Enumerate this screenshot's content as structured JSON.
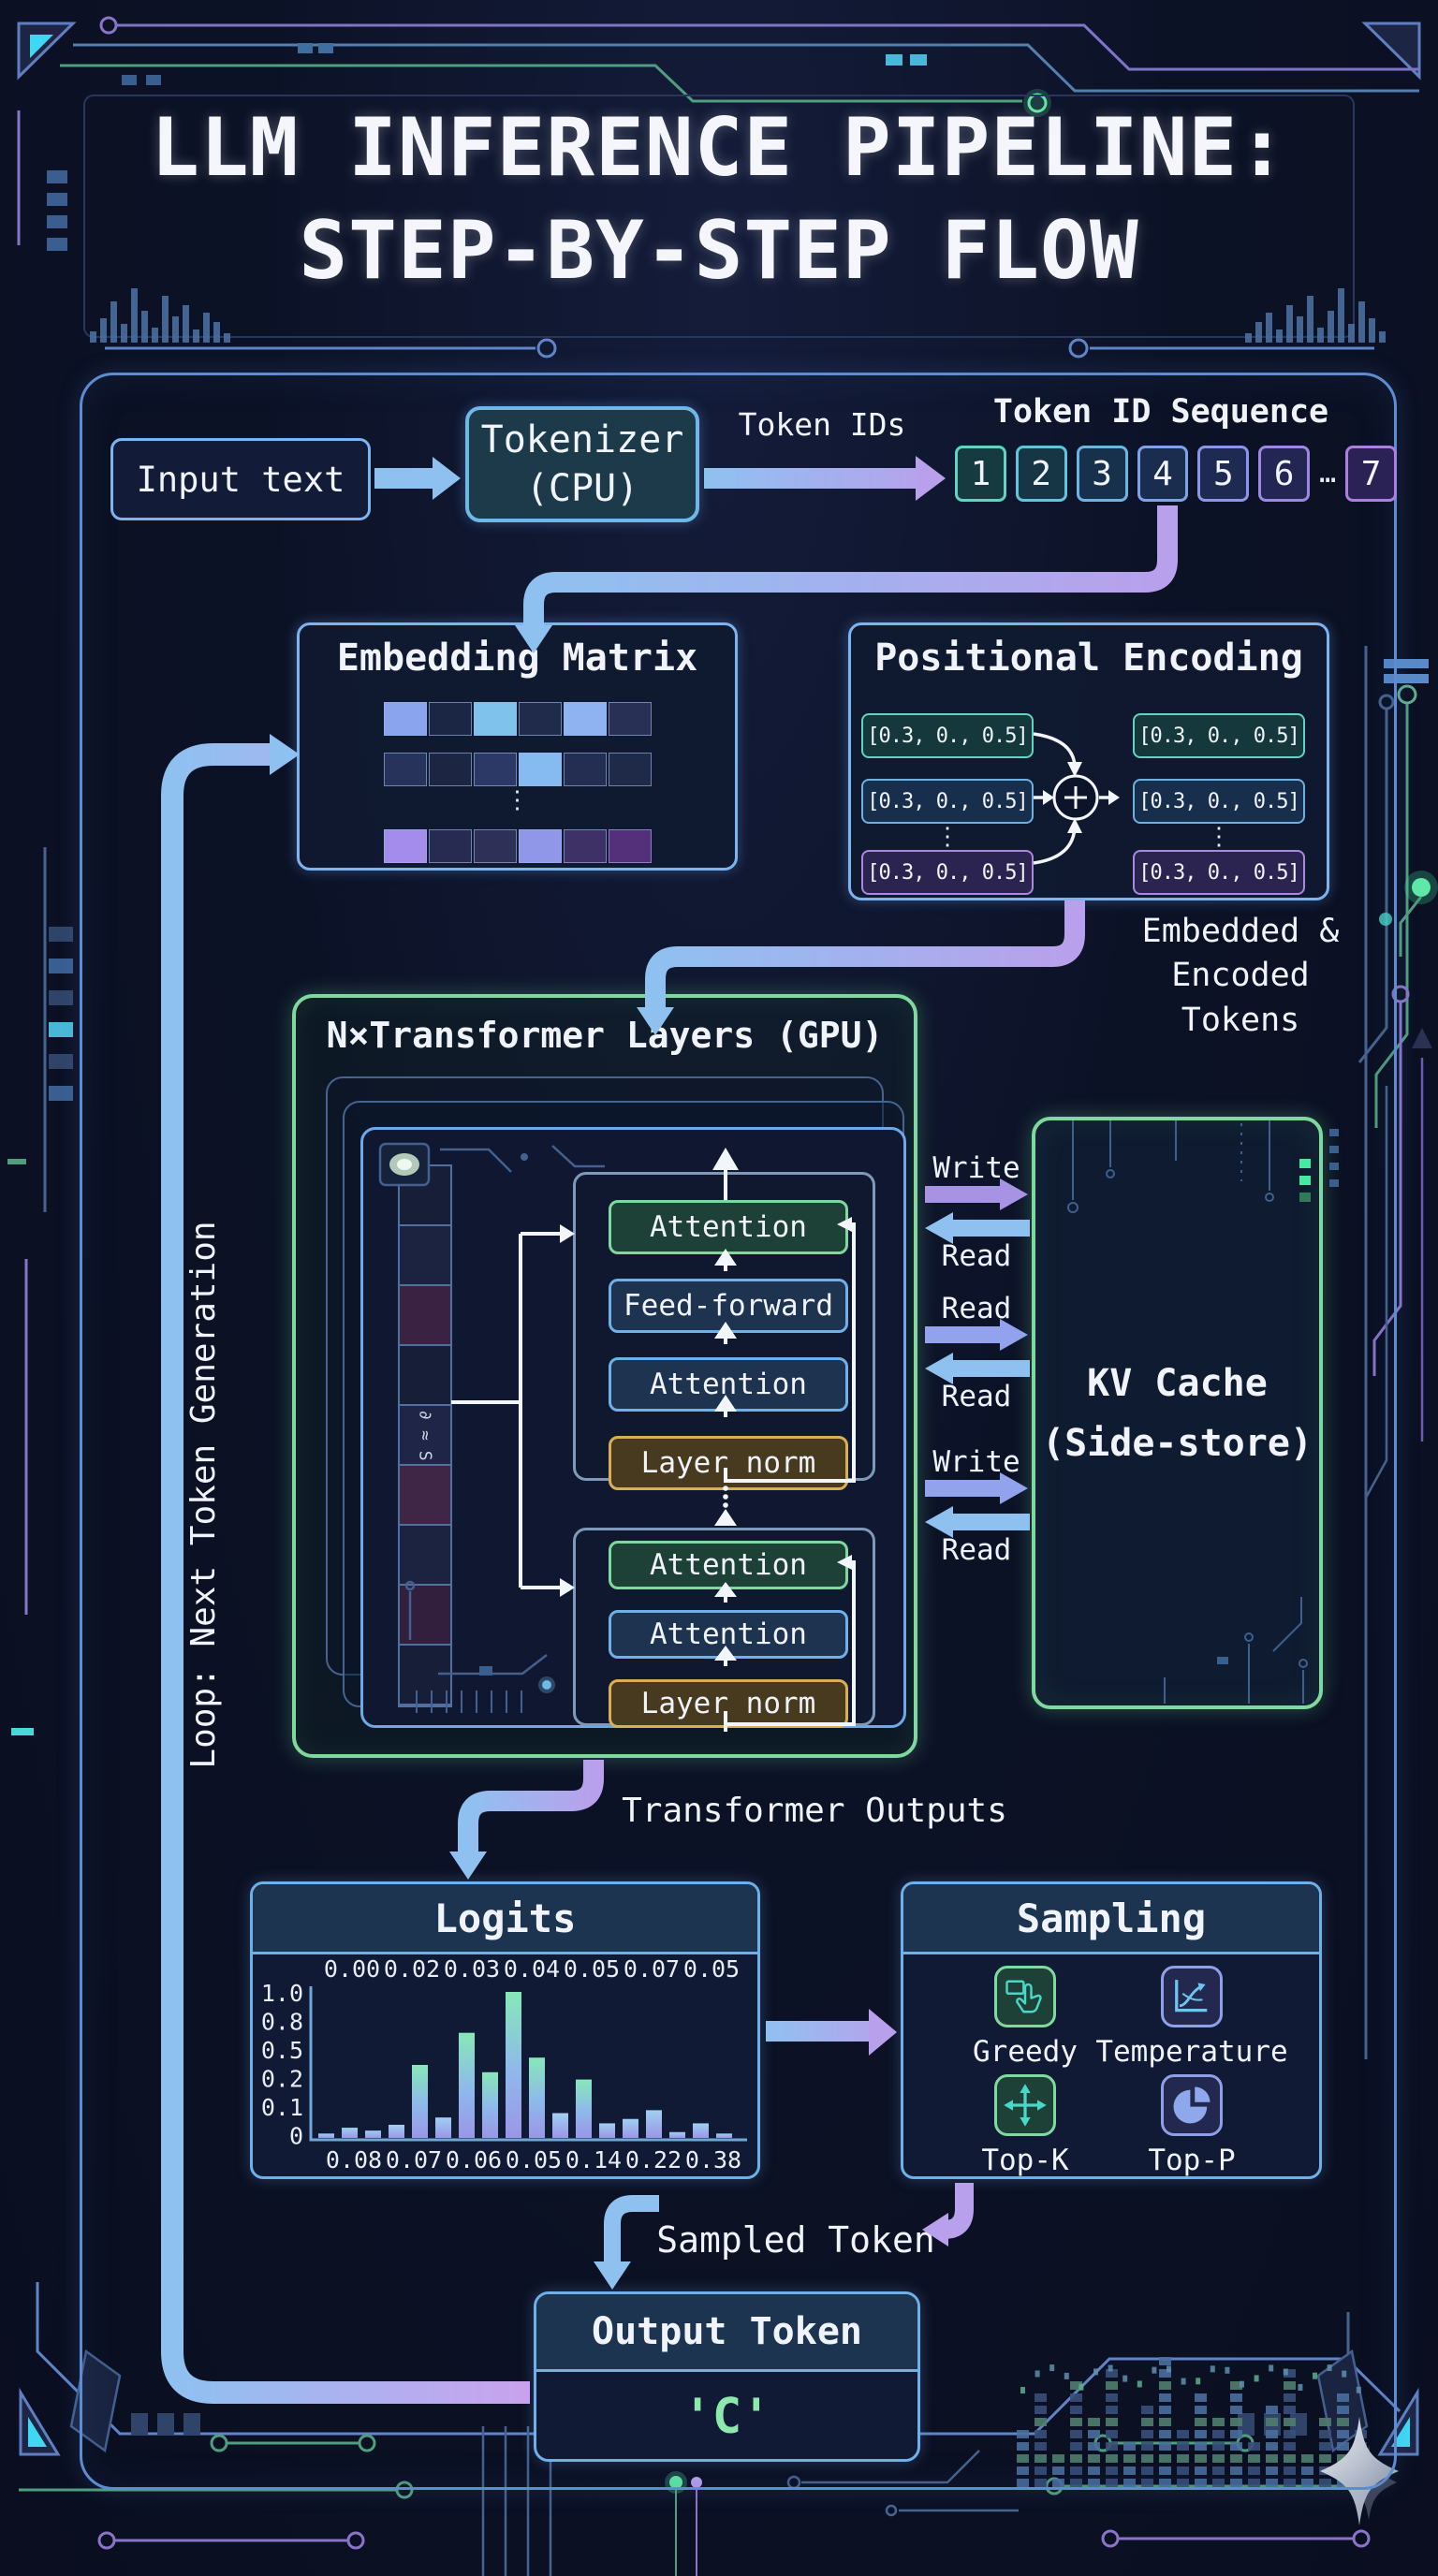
{
  "title": {
    "line1": "LLM INFERENCE PIPELINE:",
    "line2": "STEP-BY-STEP FLOW"
  },
  "pipeline": {
    "input_box": "Input text",
    "tokenizer_box": {
      "line1": "Tokenizer",
      "line2": "(CPU)"
    },
    "token_ids_label": "Token IDs",
    "token_sequence": {
      "heading": "Token ID Sequence",
      "ids": [
        "1",
        "2",
        "3",
        "4",
        "5",
        "6",
        "7"
      ],
      "ellipsis": "…",
      "chip_colors": [
        {
          "border": "#5fd4c0",
          "bg": "#153a3f"
        },
        {
          "border": "#62c4da",
          "bg": "#163646"
        },
        {
          "border": "#6fb2e4",
          "bg": "#17304b"
        },
        {
          "border": "#7ca2e8",
          "bg": "#1a2d4f"
        },
        {
          "border": "#8c95e8",
          "bg": "#1e2a52"
        },
        {
          "border": "#9c88e2",
          "bg": "#232553"
        },
        {
          "border": "#ad7de0",
          "bg": "#2a2154"
        }
      ]
    },
    "embedding_matrix": {
      "title": "Embedding Matrix",
      "dots": "⋮",
      "rows": [
        [
          "#8ba4ee",
          "#1b2544",
          "#7fc2ec",
          "#202a4a",
          "#8fb2f0",
          "#283055"
        ],
        [
          "#27335a",
          "#1c2642",
          "#2c3966",
          "#86bbf2",
          "#232e52",
          "#1f2948"
        ],
        [
          "#a48cec",
          "#272b52",
          "#2e3058",
          "#9096e8",
          "#3e3166",
          "#55307a"
        ]
      ]
    },
    "positional_encoding": {
      "title": "Positional Encoding",
      "vector": "[0.3, 0., 0.5]",
      "dots": "⋮",
      "plus_symbol": "⊕",
      "row_border_colors": [
        "#5fd4c0",
        "#6fb0e0",
        "#a988e0"
      ],
      "row_bg_colors": [
        "#15383c",
        "#172e4c",
        "#2b2450"
      ]
    },
    "embedded_label": {
      "line1": "Embedded &",
      "line2": "Encoded Tokens"
    },
    "transformer": {
      "title": "N×Transformer Layers (GPU)",
      "strip_glyphs": "∂ ≈ S",
      "dots": "⋮",
      "upper_layers": [
        {
          "label": "Attention",
          "type": "green"
        },
        {
          "label": "Feed-forward",
          "type": "blue"
        },
        {
          "label": "Attention",
          "type": "blue"
        },
        {
          "label": "Layer norm",
          "type": "gold"
        }
      ],
      "lower_layers": [
        {
          "label": "Attention",
          "type": "green"
        },
        {
          "label": "Attention",
          "type": "blue"
        },
        {
          "label": "Layer norm",
          "type": "gold"
        }
      ]
    },
    "kv_cache": {
      "line1": "KV Cache",
      "line2": "(Side-store)"
    },
    "kv_arrows": [
      {
        "label": "Write",
        "direction": "right"
      },
      {
        "label": "Read",
        "direction": "left"
      },
      {
        "label": "Read",
        "direction": "right"
      },
      {
        "label": "Read",
        "direction": "left"
      },
      {
        "label": "Write",
        "direction": "right"
      },
      {
        "label": "Read",
        "direction": "left"
      }
    ],
    "loop_label": "Loop: Next Token Generation",
    "transformer_outputs_label": "Transformer Outputs",
    "logits": {
      "title": "Logits"
    },
    "sampling": {
      "title": "Sampling",
      "methods": [
        {
          "label": "Greedy",
          "icon": "hand-pick-icon"
        },
        {
          "label": "Temperature",
          "icon": "temperature-curve-icon"
        },
        {
          "label": "Top-K",
          "icon": "top-k-arrows-icon"
        },
        {
          "label": "Top-P",
          "icon": "top-p-pie-icon"
        }
      ]
    },
    "sampled_token_label": "Sampled Token",
    "output_token": {
      "title": "Output Token",
      "value": "'C'"
    }
  },
  "chart_data": {
    "type": "bar",
    "title": "Logits",
    "top_labels": [
      "0.00",
      "0.02",
      "0.03",
      "0.04",
      "0.05",
      "0.07",
      "0.05"
    ],
    "bottom_labels": [
      "0.08",
      "0.07",
      "0.06",
      "0.05",
      "0.14",
      "0.22",
      "0.38"
    ],
    "ytick_labels": [
      "1.0",
      "0.8",
      "0.5",
      "0.2",
      "0.1",
      "0"
    ],
    "values": [
      0.03,
      0.07,
      0.05,
      0.09,
      0.5,
      0.14,
      0.72,
      0.45,
      1.0,
      0.55,
      0.17,
      0.4,
      0.1,
      0.13,
      0.19,
      0.04,
      0.1,
      0.03
    ],
    "ylim": [
      0,
      1
    ],
    "grid": false,
    "legend": false
  },
  "colors": {
    "background": "#0c1226",
    "frame_blue": "#5d8cd0",
    "box_border_blue": "#7db3ee",
    "green": "#7fd99f",
    "teal": "#5fd4c0",
    "gold": "#d9ae57",
    "purple_arrow": "#b9a0ec",
    "blue_arrow": "#8fc1f0",
    "periwinkle": "#92a2ec",
    "white_text": "#f0f4fa",
    "output_green": "#8de8ae",
    "kv_green_node": "#49e8a0",
    "cyan_accent": "#3fd8f2"
  },
  "decor": {
    "title_bars_left": [
      12,
      26,
      44,
      20,
      58,
      34,
      16,
      50,
      28,
      40,
      14,
      32,
      22,
      10
    ],
    "title_bars_right": [
      10,
      22,
      32,
      14,
      40,
      28,
      50,
      16,
      34,
      58,
      20,
      44,
      26,
      12
    ],
    "equalizer": [
      5,
      8,
      3,
      9,
      6,
      10,
      4,
      7,
      11,
      5,
      8,
      6,
      9,
      4,
      7,
      10,
      3,
      6,
      8,
      5
    ]
  }
}
